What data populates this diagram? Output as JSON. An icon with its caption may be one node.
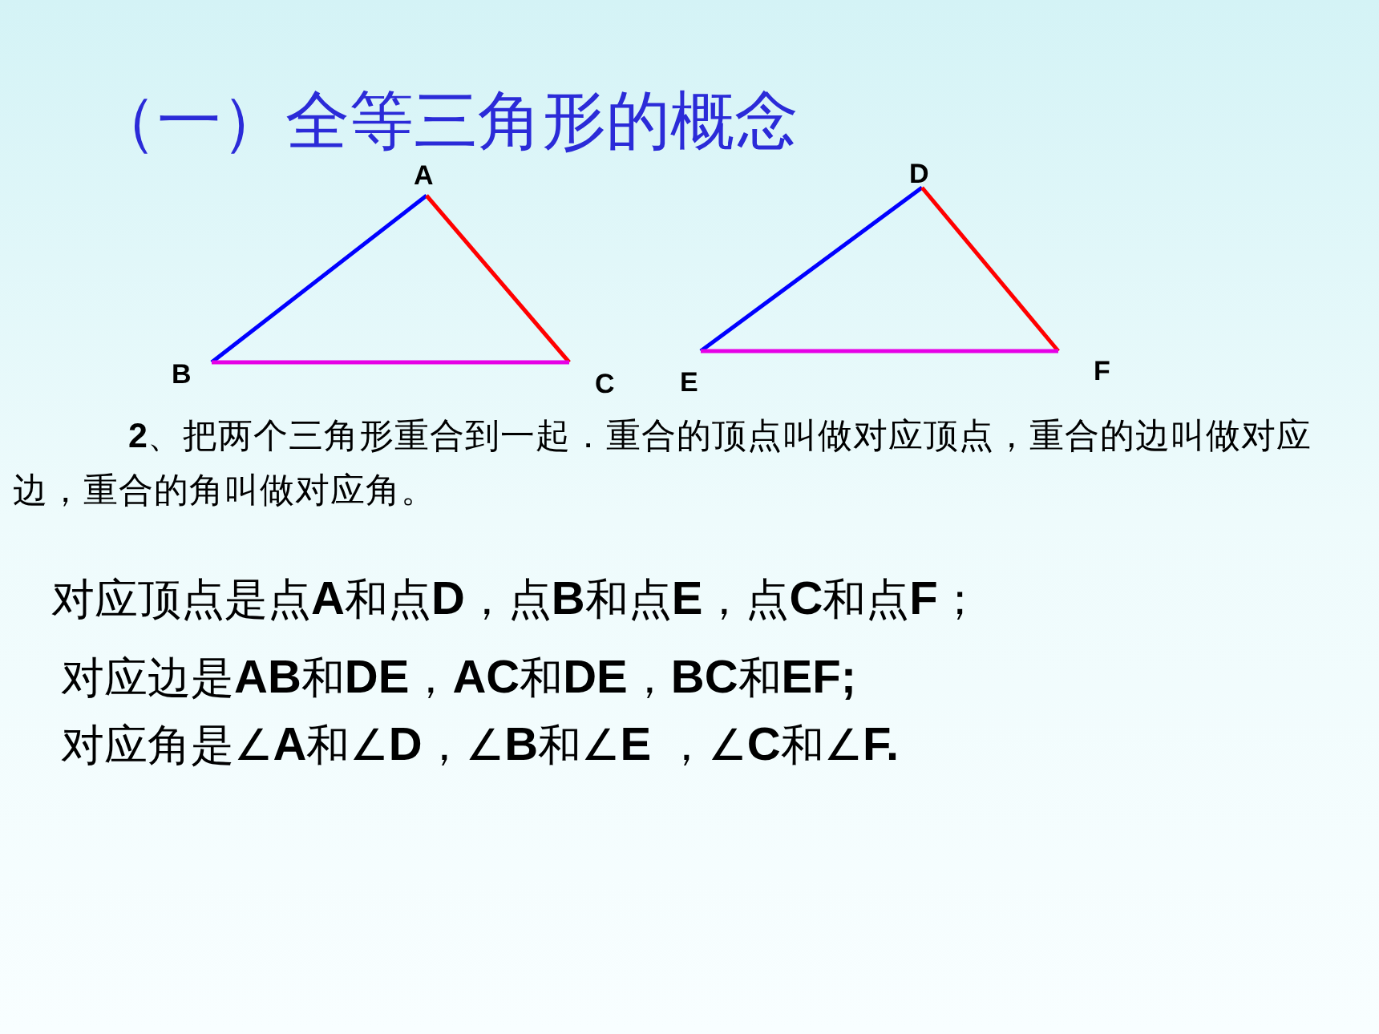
{
  "diagram": {
    "title": "（一）全等三角形的概念",
    "labels": [
      "A",
      "D",
      "B",
      "C",
      "E",
      "F",
      "**2**、把两个三角形重合到一起．重合的顶点叫做对应顶点，重合的边叫做对应边，重合的角叫做对应角。",
      "对应顶点是点**A**和点**D**，点**B**和点**E**，点**C**和点**F**；",
      "对应边是**AB**和**DE**，**AC**和**DE**，**BC**和**EF;**",
      "对应角是∠**A**和∠**D**，∠**B**和∠**E** ，∠**C**和∠**F.**"
    ]
  }
}
